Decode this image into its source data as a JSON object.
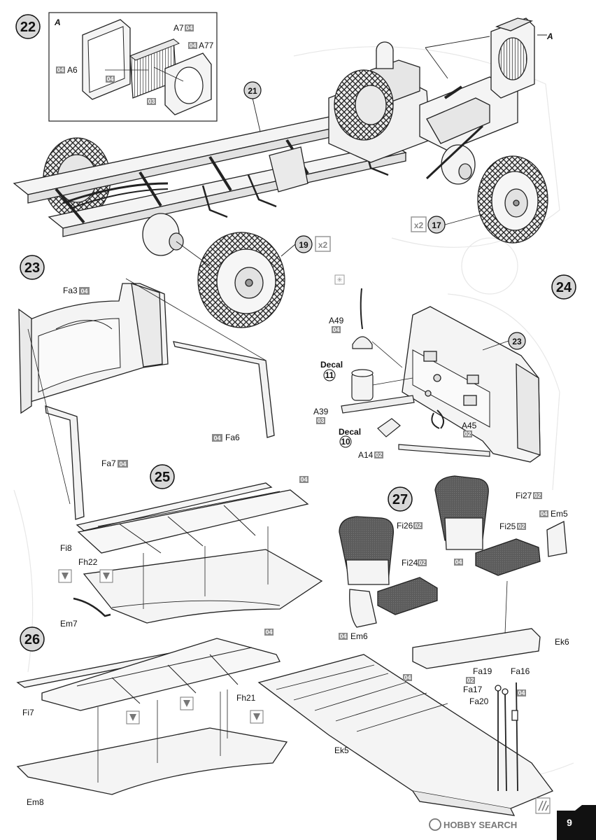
{
  "page_number": "9",
  "watermark": "HOBBY SEARCH",
  "steps": {
    "s22": "22",
    "s23": "23",
    "s24": "24",
    "s25": "25",
    "s26": "26",
    "s27": "27"
  },
  "callouts": {
    "c21": "21",
    "c19": "19",
    "c17": "17",
    "c23": "23",
    "x2a": "x2",
    "x2b": "x2",
    "decal11": "11",
    "decal10": "10",
    "decal_word": "Decal"
  },
  "detail": {
    "letter": "A",
    "letter_main": "A"
  },
  "parts": {
    "A7": "A7",
    "A77": "A77",
    "A6": "A6",
    "Fa3": "Fa3",
    "Fa6": "Fa6",
    "Fa7": "Fa7",
    "A49": "A49",
    "A39": "A39",
    "A45": "A45",
    "A14": "A14",
    "Fi8": "Fi8",
    "Fh22": "Fh22",
    "Em7": "Em7",
    "Fi27": "Fi27",
    "Fi26": "Fi26",
    "Fi25": "Fi25",
    "Fi24": "Fi24",
    "Em5": "Em5",
    "Em6": "Em6",
    "Ek6": "Ek6",
    "Fa19": "Fa19",
    "Fa16": "Fa16",
    "Fa17": "Fa17",
    "Fa20": "Fa20",
    "Fi7": "Fi7",
    "Fh21": "Fh21",
    "Em8": "Em8",
    "Ek5": "Ek5"
  },
  "tags": {
    "t04": "04",
    "t03": "03",
    "t02": "02"
  },
  "colors": {
    "ink": "#1a1a1a",
    "part_fill": "#f4f4f4",
    "seat_fill": "#5a5a5a",
    "tag_fill": "#8a8a8a",
    "step_circle": "#d8d8d8"
  },
  "icons": [
    "glue-drop-icon",
    "glue-drop-icon",
    "glue-drop-icon",
    "glue-drop-icon",
    "glue-drop-icon",
    "glue-drop-icon",
    "paint-spray-icon",
    "hatched-box-icon"
  ]
}
